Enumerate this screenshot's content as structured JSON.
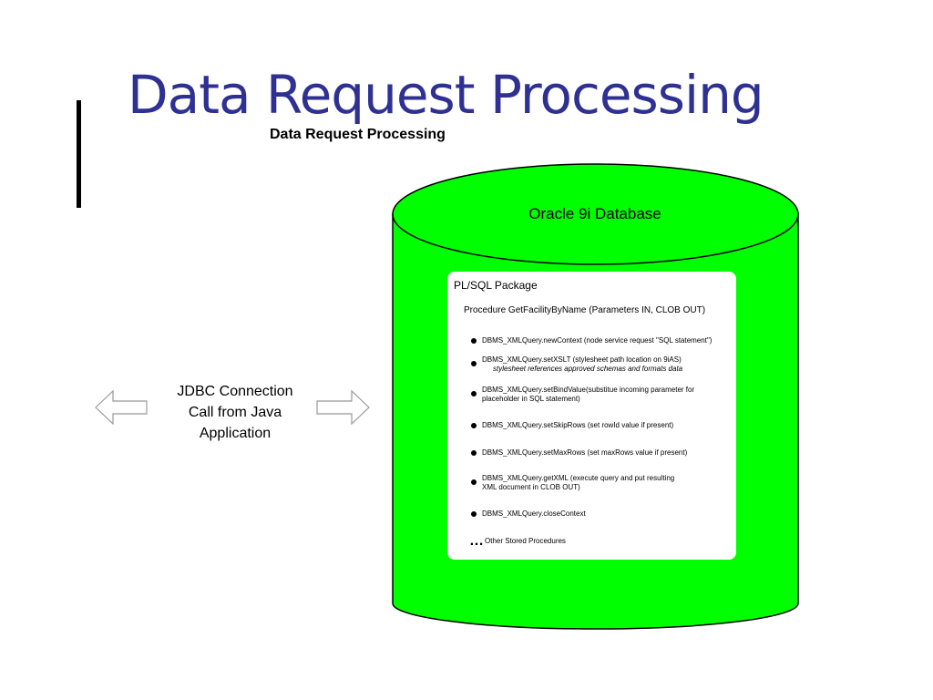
{
  "slide": {
    "title": "Data Request Processing",
    "subtitle": "Data Request Processing"
  },
  "database": {
    "label": "Oracle 9i Database",
    "fill_color": "#00ff00",
    "package": {
      "title": "PL/SQL Package",
      "procedure": "Procedure GetFacilityByName (Parameters IN, CLOB OUT)",
      "steps": [
        {
          "line1": "DBMS_XMLQuery.newContext (node service request \"SQL statement\")",
          "line2": ""
        },
        {
          "line1": "DBMS_XMLQuery.setXSLT (stylesheet path location on 9iAS)",
          "line2": "stylesheet references approved schemas and formats data"
        },
        {
          "line1": "DBMS_XMLQuery.setBindValue(substitue incoming parameter for",
          "line2": "placeholder in SQL statement)"
        },
        {
          "line1": "DBMS_XMLQuery.setSkipRows (set rowId value  if present)",
          "line2": ""
        },
        {
          "line1": "DBMS_XMLQuery.setMaxRows (set  maxRows value if present)",
          "line2": ""
        },
        {
          "line1": "DBMS_XMLQuery.getXML (execute query and put resulting",
          "line2": "XML document in CLOB OUT)"
        },
        {
          "line1": "DBMS_XMLQuery.closeContext",
          "line2": ""
        }
      ],
      "ellipsis": "…",
      "other": "Other Stored Procedures"
    }
  },
  "connection": {
    "line1": "JDBC Connection",
    "line2": "Call from  Java",
    "line3": "Application"
  },
  "colors": {
    "title": "#2e3192",
    "cylinder": "#00ff00"
  }
}
